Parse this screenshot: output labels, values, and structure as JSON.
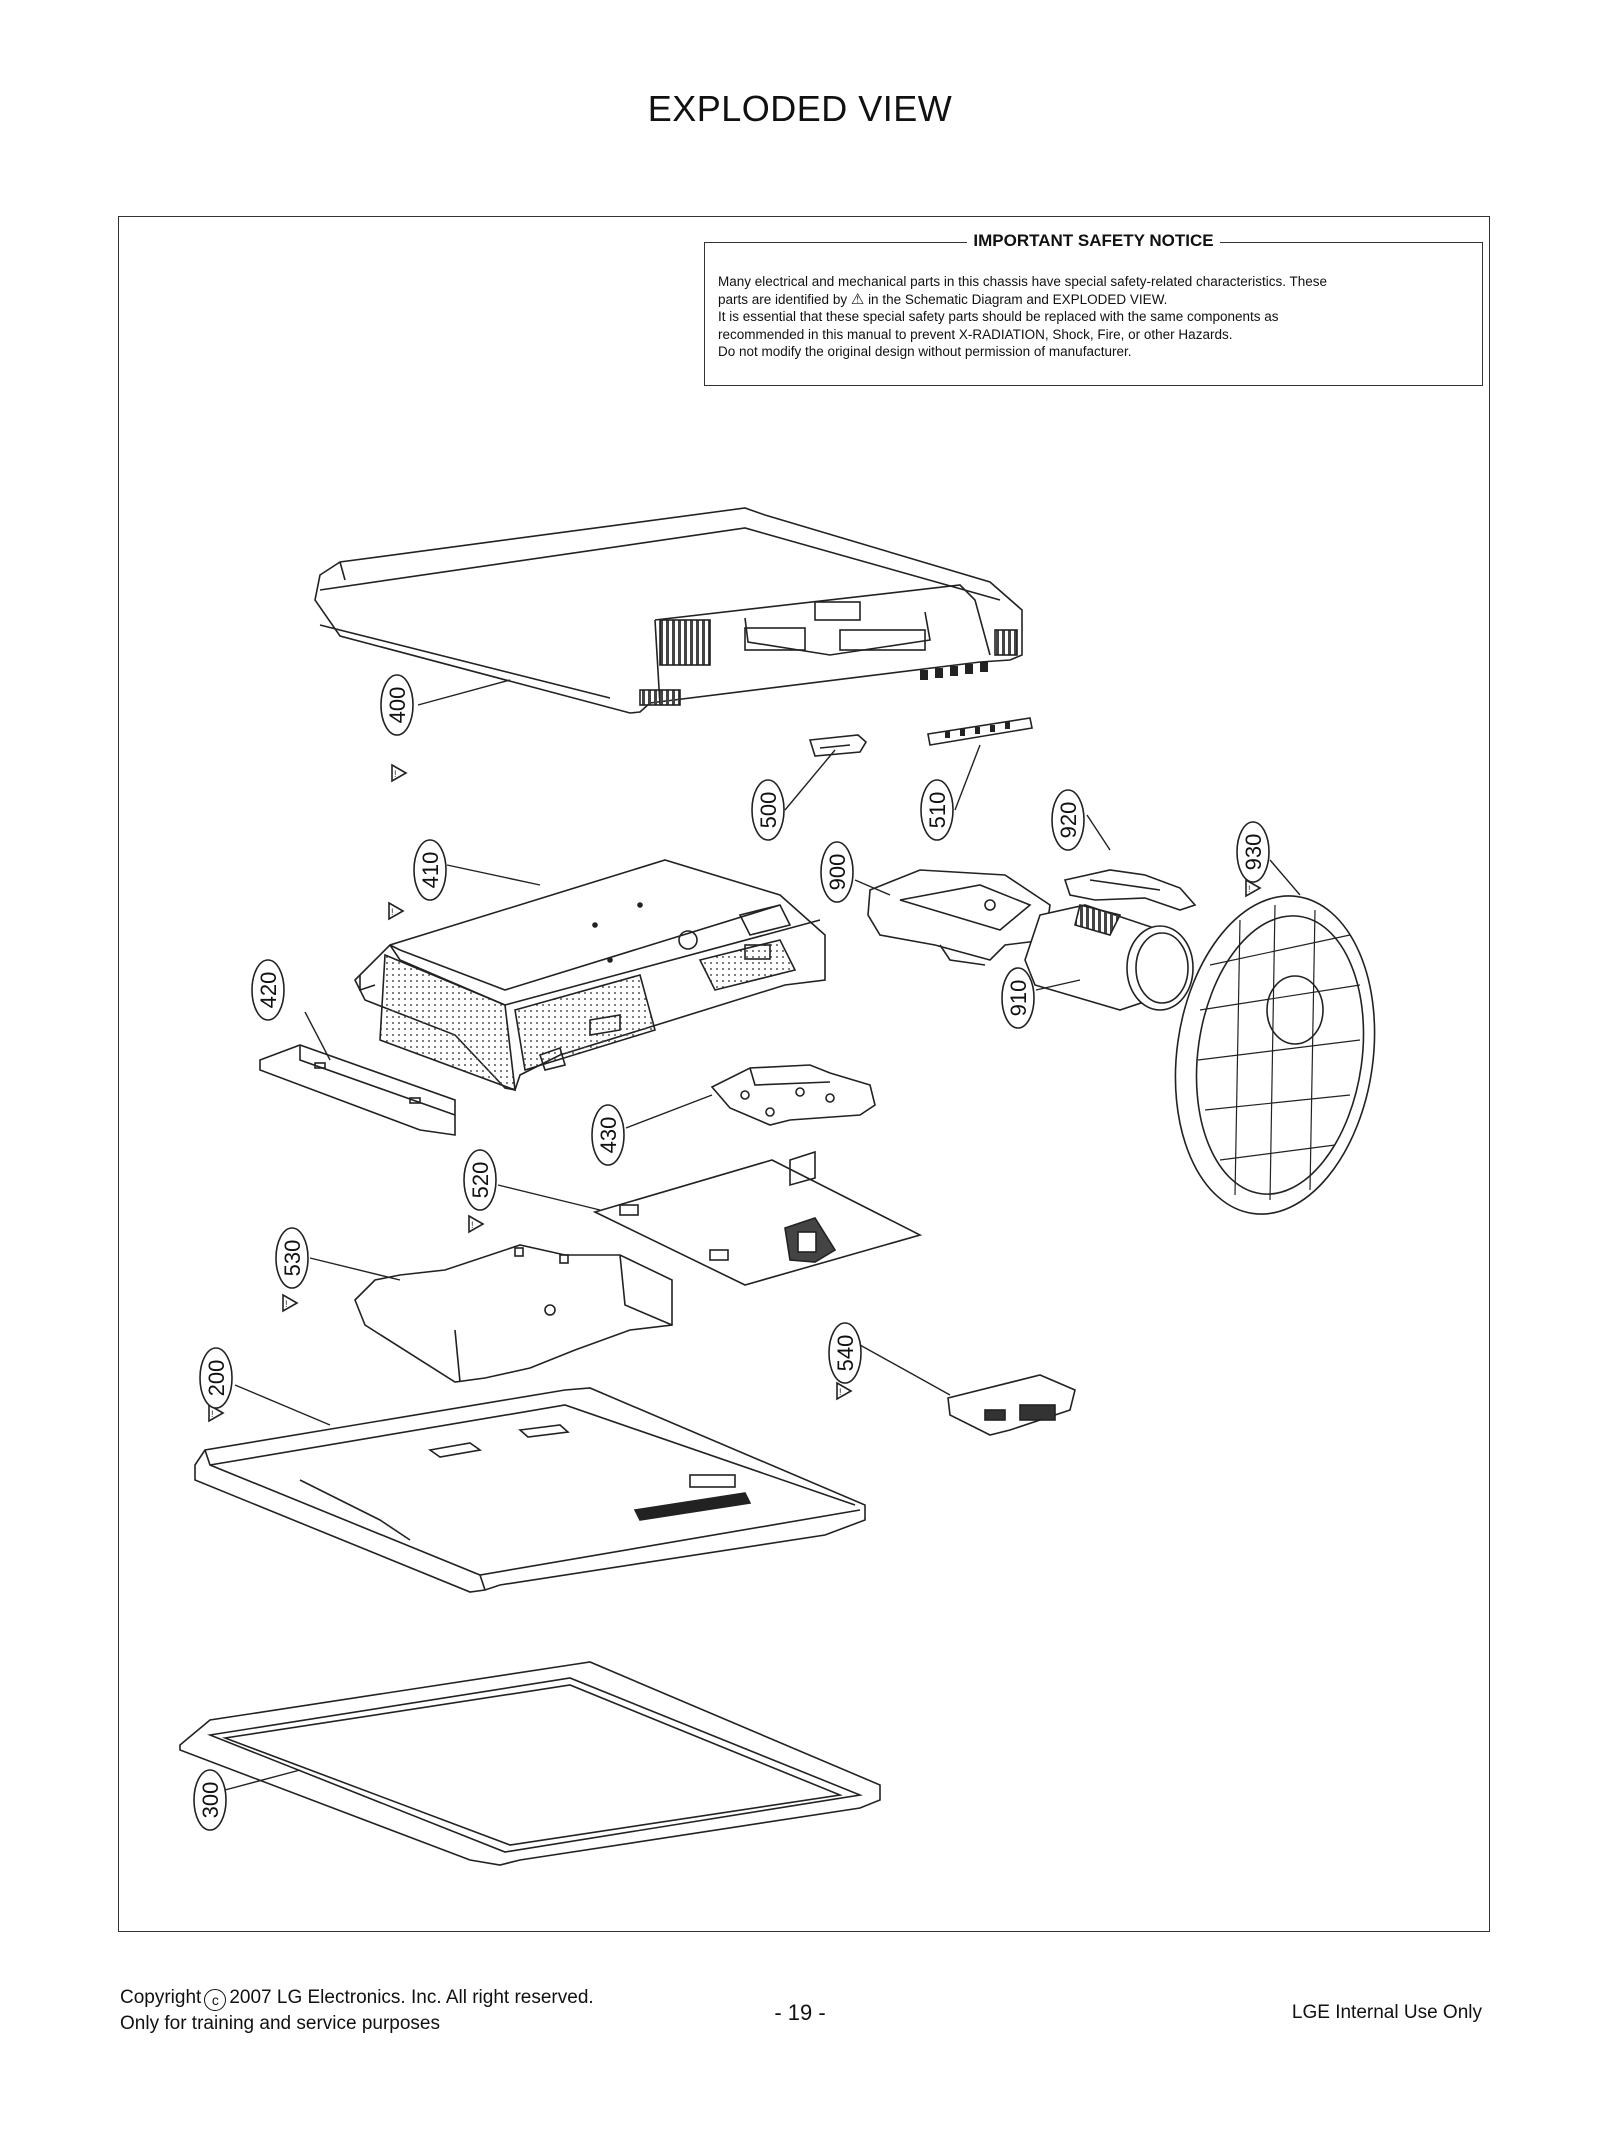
{
  "page_title": "EXPLODED VIEW",
  "safety_notice": {
    "title": "IMPORTANT SAFETY NOTICE",
    "line1": "Many electrical and mechanical parts in this chassis have special safety-related characteristics. These",
    "line2_pre": "parts are identified by",
    "line2_post": "in the Schematic Diagram and EXPLODED VIEW.",
    "line3": "It is essential that these special safety parts should be replaced with the same components as",
    "line4": "recommended in this manual to prevent X-RADIATION, Shock, Fire, or other Hazards.",
    "line5": "Do not modify the original design without permission of manufacturer."
  },
  "part_labels": {
    "p400": "400",
    "p500": "500",
    "p510": "510",
    "p410": "410",
    "p420": "420",
    "p900": "900",
    "p920": "920",
    "p930": "930",
    "p910": "910",
    "p430": "430",
    "p520": "520",
    "p530": "530",
    "p540": "540",
    "p200": "200",
    "p300": "300"
  },
  "footer": {
    "copyright_pre": "Copyright",
    "copyright_symbol": "c",
    "copyright_post": "2007 LG Electronics. Inc. All right reserved.",
    "line2": "Only for training and service purposes",
    "page_number": "- 19 -",
    "right": "LGE Internal Use Only"
  }
}
